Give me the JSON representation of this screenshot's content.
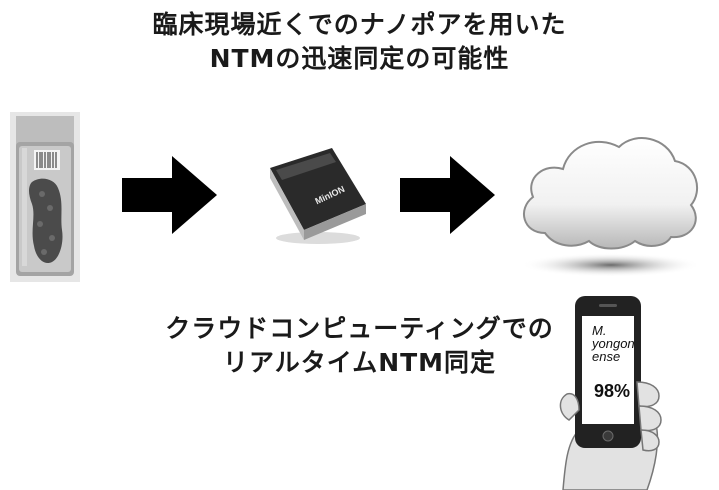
{
  "heading": {
    "line1": "臨床現場近くでのナノポアを用いた",
    "line2": "NTMの迅速同定の可能性"
  },
  "caption": {
    "line1": "クラウドコンピューティングでの",
    "line2": "リアルタイムNTM同定"
  },
  "device": {
    "brand_label": "MinION"
  },
  "phone": {
    "species_line1": "M.",
    "species_line2": "yongon",
    "species_line3": "ense",
    "percent": "98%"
  }
}
